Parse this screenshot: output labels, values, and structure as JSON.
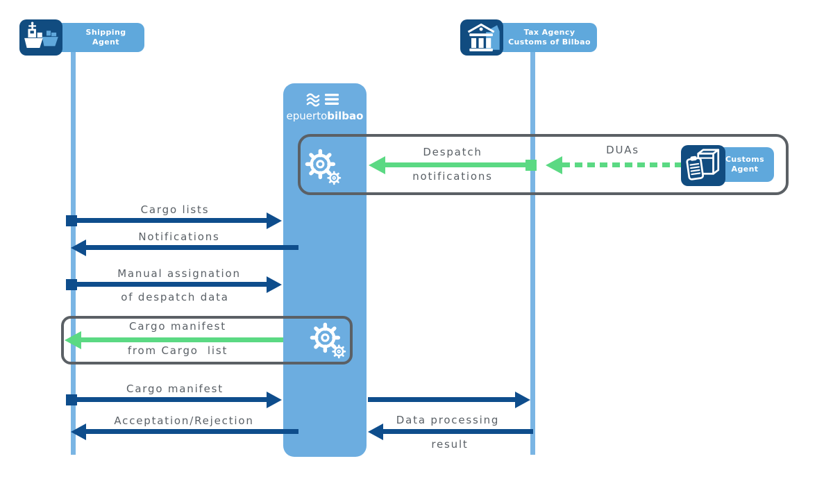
{
  "colors": {
    "navy_arrow": "#0E4D8C",
    "icon_tile_navy": "#114C80",
    "actor_box_blue": "#5FA8DC",
    "pillar_blue": "#6CADE0",
    "lifeline_blue": "#7AB5E4",
    "green_arrow": "#5BD983",
    "callout_border_gray": "#5B6065",
    "message_text_gray": "#5A6066"
  },
  "actors": {
    "shipping_agent": {
      "line1": "Shipping",
      "line2": "Agent"
    },
    "tax_agency": {
      "line1": "Tax Agency",
      "line2": "Customs of Bilbao"
    },
    "customs_agent": {
      "line1": "Customs",
      "line2": "Agent"
    },
    "platform": {
      "name_light": "epuerto",
      "name_bold": "bilbao"
    }
  },
  "messages": {
    "despatch_notifications": {
      "line1": "Despatch",
      "line2": "notifications",
      "from": "tax_agency",
      "to": "platform",
      "style": "green-solid"
    },
    "duas": {
      "label": "DUAs",
      "from": "customs_agent",
      "to": "tax_agency",
      "style": "green-dashed"
    },
    "cargo_lists": {
      "label": "Cargo lists",
      "from": "shipping_agent",
      "to": "platform"
    },
    "notifications": {
      "label": "Notifications",
      "from": "platform",
      "to": "shipping_agent"
    },
    "manual_assignation": {
      "line1": "Manual assignation",
      "line2": "of despatch data",
      "from": "shipping_agent",
      "to": "platform"
    },
    "cargo_manifest_generation": {
      "line1": "Cargo manifest",
      "line2": "from Cargo  list",
      "from": "platform",
      "to": "shipping_agent",
      "style": "green-solid"
    },
    "cargo_manifest": {
      "label": "Cargo manifest",
      "from": "shipping_agent",
      "to": "platform",
      "forwarded_to": "tax_agency"
    },
    "acceptation_rejection": {
      "label": "Acceptation/Rejection",
      "from": "platform",
      "to": "shipping_agent"
    },
    "data_processing": {
      "line1": "Data processing",
      "line2": "result",
      "from": "tax_agency",
      "to": "platform"
    }
  }
}
